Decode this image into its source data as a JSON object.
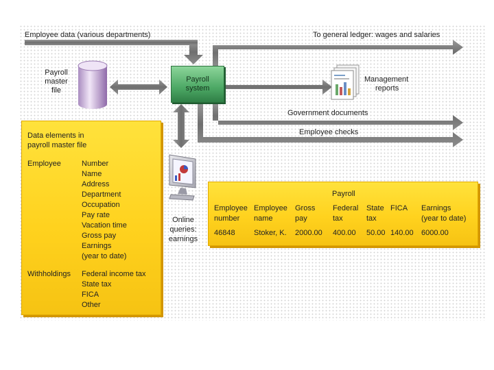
{
  "top": {
    "employee_data": "Employee data (various departments)",
    "general_ledger": "To general ledger: wages and salaries"
  },
  "master_file": {
    "label_lines": [
      "Payroll",
      "master",
      "file"
    ]
  },
  "system": {
    "label_lines": [
      "Payroll",
      "system"
    ]
  },
  "reports": {
    "label_lines": [
      "Management",
      "reports"
    ]
  },
  "outputs": {
    "government": "Government documents",
    "checks": "Employee checks"
  },
  "online": {
    "label_lines": [
      "Online",
      "queries:",
      "earnings"
    ]
  },
  "elements_panel": {
    "title_lines": [
      "Data elements in",
      "payroll master file"
    ],
    "groups": [
      {
        "name": "Employee",
        "items": [
          "Number",
          "Name",
          "Address",
          "Department",
          "Occupation",
          "Pay rate",
          "Vacation time",
          "Gross pay",
          "Earnings",
          "(year to date)"
        ]
      },
      {
        "name": "Withholdings",
        "items": [
          "Federal income tax",
          "State tax",
          "FICA",
          "Other"
        ]
      }
    ]
  },
  "payroll_table": {
    "title": "Payroll",
    "columns": [
      [
        "Employee",
        "number"
      ],
      [
        "Employee",
        "name"
      ],
      [
        "Gross",
        "pay"
      ],
      [
        "Federal",
        "tax"
      ],
      [
        "State",
        "tax"
      ],
      [
        "FICA",
        ""
      ],
      [
        "Earnings",
        "(year to date)"
      ]
    ],
    "row": [
      "46848",
      "Stoker, K.",
      "2000.00",
      "400.00",
      "50.00",
      "140.00",
      "6000.00"
    ]
  },
  "colors": {
    "arrow": "#808080",
    "panel": "#ffd21e",
    "system": "#4da865"
  }
}
